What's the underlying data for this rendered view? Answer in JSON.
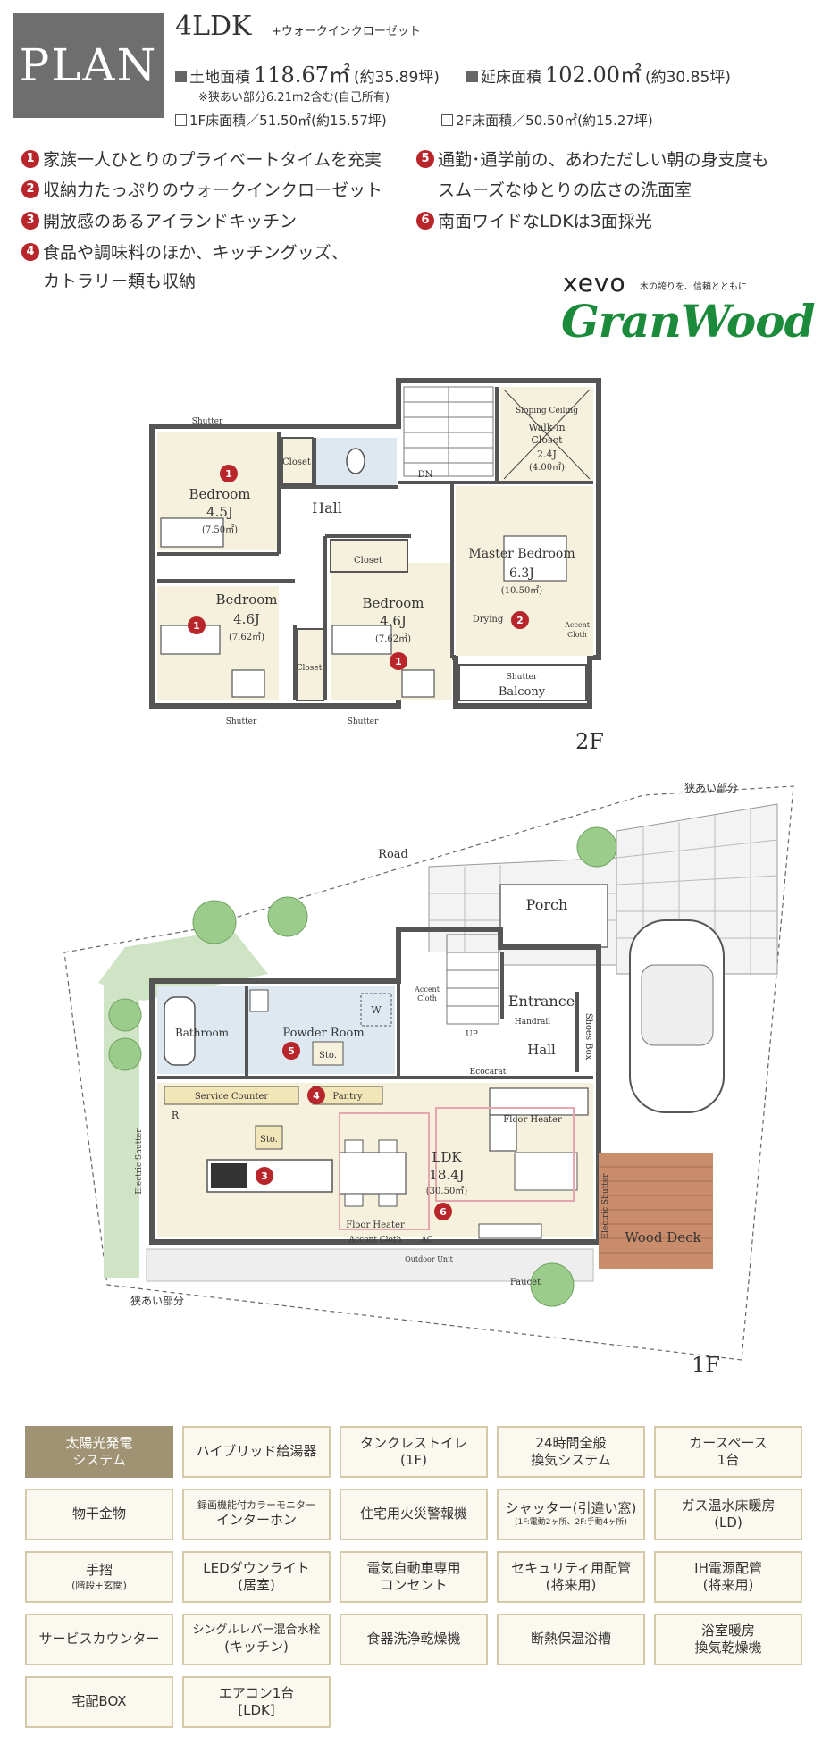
{
  "header": {
    "badge": "PLAN",
    "type": "4LDK",
    "type_sub": "+ウォークインクローゼット",
    "land_label": "土地面積",
    "land_value": "118.67㎡",
    "land_tsubo": "(約35.89坪)",
    "floor_label": "延床面積",
    "floor_value": "102.00㎡",
    "floor_tsubo": "(約30.85坪)",
    "note": "※狭あい部分6.21m2含む(自己所有)",
    "f1_area": "1F床面積／51.50㎡(約15.57坪)",
    "f2_area": "2F床面積／50.50㎡(約15.27坪)"
  },
  "features": [
    {
      "num": "1",
      "text": "家族一人ひとりのプライベートタイムを充実"
    },
    {
      "num": "2",
      "text": "収納力たっぷりのウォークインクローゼット"
    },
    {
      "num": "3",
      "text": "開放感のあるアイランドキッチン"
    },
    {
      "num": "4",
      "text": "食品や調味料のほか、キッチングッズ、",
      "cont": "カトラリー類も収納"
    },
    {
      "num": "5",
      "text": "通勤･通学前の、あわただしい朝の身支度も",
      "cont": "スムーズなゆとりの広さの洗面室"
    },
    {
      "num": "6",
      "text": "南面ワイドなLDKは3面採光"
    }
  ],
  "brand": {
    "small": "xevo",
    "tag": "木の誇りを、信頼とともに",
    "big": "GranWood"
  },
  "plan2f": {
    "floor": "2F",
    "shutter": "Shutter",
    "closet": "Closet",
    "hall": "Hall",
    "dn": "DN",
    "sloping": "Sloping Ceiling",
    "wic": "Walk-in",
    "wic2": "Closet",
    "wic_size": "2.4J",
    "wic_m2": "(4.00㎡)",
    "bed1": "Bedroom",
    "bed1_size": "4.5J",
    "bed1_m2": "(7.50㎡)",
    "bed2": "Bedroom",
    "bed2_size": "4.6J",
    "bed2_m2": "(7.62㎡)",
    "bed3": "Bedroom",
    "bed3_size": "4.6J",
    "bed3_m2": "(7.62㎡)",
    "master": "Master Bedroom",
    "master_size": "6.3J",
    "master_m2": "(10.50㎡)",
    "drying": "Drying",
    "accent": "Accent",
    "cloth": "Cloth",
    "balcony": "Balcony"
  },
  "plan1f": {
    "floor": "1F",
    "narrow": "狭あい部分",
    "road": "Road",
    "porch": "Porch",
    "entrance": "Entrance",
    "handrail": "Handrail",
    "up": "UP",
    "hall": "Hall",
    "shoes": "Shoes Box",
    "bathroom": "Bathroom",
    "powder": "Powder Room",
    "sto": "Sto.",
    "w": "W",
    "accent": "Accent",
    "cloth": "Cloth",
    "ecocarat": "Ecocarat",
    "service": "Service Counter",
    "pantry": "Pantry",
    "r": "R",
    "floor_heater": "Floor Heater",
    "ldk": "LDK",
    "ldk_size": "18.4J",
    "ldk_m2": "(30.50㎡)",
    "accent_cloth": "Accent Cloth",
    "ac": "AC",
    "outdoor": "Outdoor Unit",
    "faucet": "Faucet",
    "wood_deck": "Wood Deck",
    "elec_shutter": "Electric Shutter"
  },
  "equipment": [
    {
      "l1": "太陽光発電",
      "l2": "システム",
      "hl": true
    },
    {
      "l1": "ハイブリッド給湯器",
      "l2": ""
    },
    {
      "l1": "タンクレストイレ",
      "l2": "(1F)"
    },
    {
      "l1": "24時間全般",
      "l2": "換気システム"
    },
    {
      "l1": "カースペース",
      "l2": "1台"
    },
    {
      "l1": "物干金物",
      "l2": ""
    },
    {
      "l1": "録画機能付カラーモニター",
      "l2": "インターホン",
      "small1": true
    },
    {
      "l1": "住宅用火災警報機",
      "l2": ""
    },
    {
      "l1": "シャッター(引違い窓)",
      "l2": "(1F:電動2ヶ所、2F:手動4ヶ所)",
      "small2": true
    },
    {
      "l1": "ガス温水床暖房",
      "l2": "(LD)"
    },
    {
      "l1": "手摺",
      "l2": "(階段+玄関)",
      "small2": true
    },
    {
      "l1": "LEDダウンライト",
      "l2": "(居室)"
    },
    {
      "l1": "電気自動車専用",
      "l2": "コンセント"
    },
    {
      "l1": "セキュリティ用配管",
      "l2": "(将来用)"
    },
    {
      "l1": "IH電源配管",
      "l2": "(将来用)"
    },
    {
      "l1": "サービスカウンター",
      "l2": ""
    },
    {
      "l1": "シングルレバー混合水栓",
      "l2": "(キッチン)"
    },
    {
      "l1": "食器洗浄乾燥機",
      "l2": ""
    },
    {
      "l1": "断熱保温浴槽",
      "l2": ""
    },
    {
      "l1": "浴室暖房",
      "l2": "換気乾燥機"
    },
    {
      "l1": "宅配BOX",
      "l2": ""
    },
    {
      "l1": "エアコン1台",
      "l2": "[LDK]"
    }
  ],
  "colors": {
    "accent_red": "#b8262b",
    "brand_green": "#1b8a3a",
    "room_cream": "#f6f1dc",
    "bath_blue": "#dde8f0",
    "equip_hl": "#a09373"
  }
}
